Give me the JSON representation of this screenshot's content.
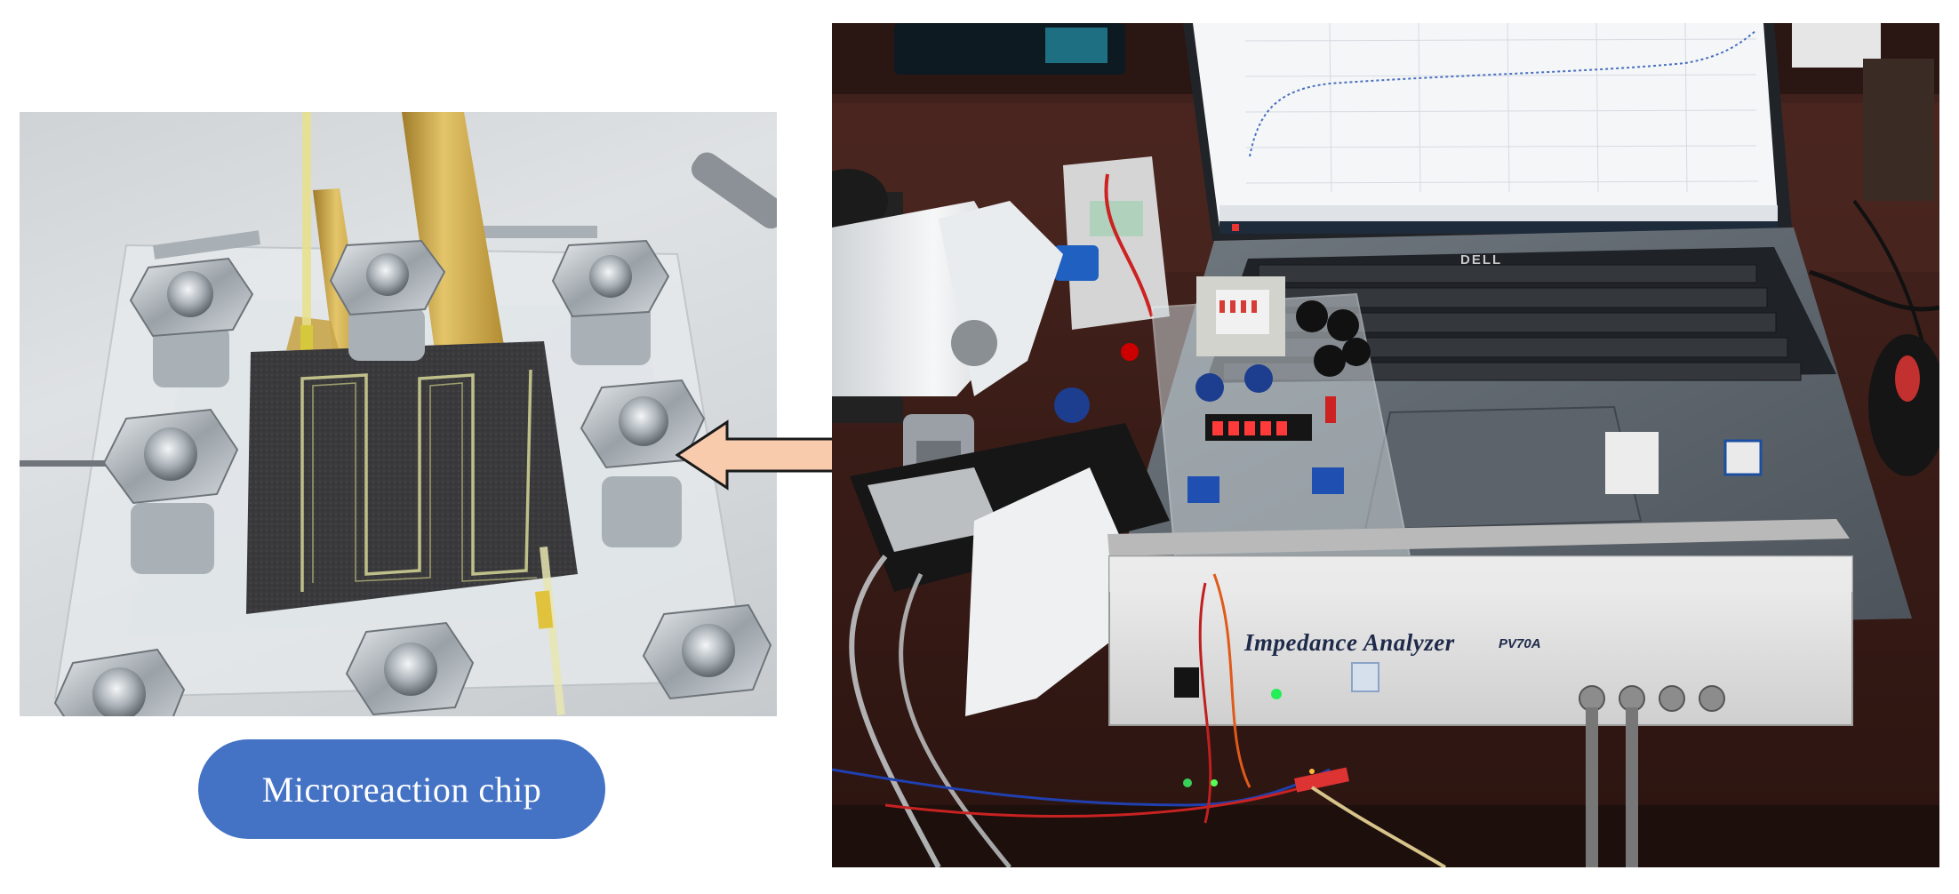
{
  "figure": {
    "chip_label": "Microreaction chip",
    "analyzer_title": "Impedance Analyzer",
    "analyzer_model": "PV70A",
    "laptop_brand": "DELL"
  },
  "colors": {
    "label_fill": "#4472c4",
    "label_text": "#ffffff",
    "arrow_fill": "#f8cbad",
    "arrow_stroke": "#1a1a1a",
    "desk": "#3a1f1a",
    "analyzer_body": "#e3e3e3"
  },
  "icons": [
    "left-arrow-icon"
  ]
}
